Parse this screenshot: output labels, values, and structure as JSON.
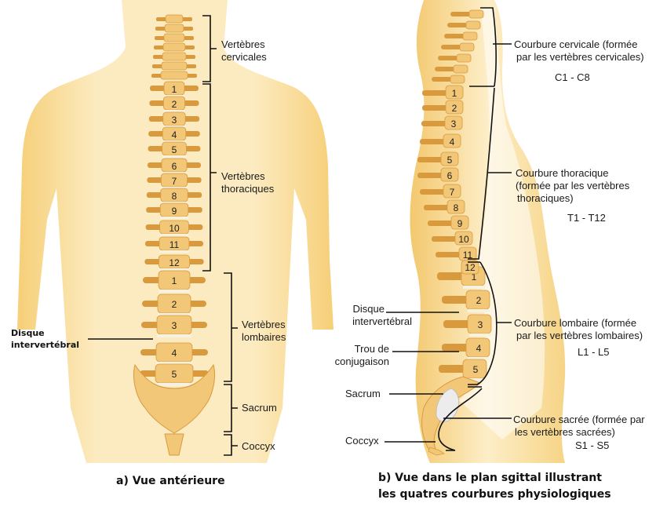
{
  "anterior": {
    "labels": {
      "cervical": [
        "Vertèbres",
        "cervicales"
      ],
      "thoracic": [
        "Vertèbres",
        "thoraciques"
      ],
      "lumbar": [
        "Vertèbres",
        "lombaires"
      ],
      "sacrum": "Sacrum",
      "coccyx": "Coccyx",
      "disc": [
        "Disque",
        "intervertébral"
      ]
    },
    "thoracic_numbers": [
      "1",
      "2",
      "3",
      "4",
      "5",
      "6",
      "7",
      "8",
      "9",
      "10",
      "11",
      "12"
    ],
    "lumbar_numbers": [
      "1",
      "2",
      "3",
      "4",
      "5"
    ],
    "caption": "a) Vue antérieure"
  },
  "sagittal": {
    "labels": {
      "cervical": [
        "Courbure cervicale (formée",
        "par les vertèbres cervicales)"
      ],
      "cervical_range": "C1 - C8",
      "thoracic": [
        "Courbure thoracique",
        "(formée par les vertèbres",
        "thoraciques)"
      ],
      "thoracic_range": "T1 - T12",
      "lumbar": [
        "Courbure lombaire (formée",
        "par les vertèbres lombaires)"
      ],
      "lumbar_range": "L1 - L5",
      "sacral": [
        "Courbure sacrée (formée par",
        "les vertèbres sacrées)"
      ],
      "sacral_range": "S1 - S5",
      "disc": [
        "Disque",
        "intervertébral"
      ],
      "foramen": [
        "Trou de",
        "conjugaison"
      ],
      "sacrum": "Sacrum",
      "coccyx": "Coccyx"
    },
    "thoracic_numbers": [
      "1",
      "2",
      "3",
      "4",
      "5",
      "6",
      "7",
      "8",
      "9",
      "10",
      "11",
      "12"
    ],
    "lumbar_numbers": [
      "1",
      "2",
      "3",
      "4",
      "5"
    ],
    "caption": [
      "b) Vue dans le plan sgittal illustrant",
      "les quatres courbures physiologiques"
    ]
  },
  "colors": {
    "skin": "#fbe3a6",
    "bone": "#f2c777",
    "bone_dark": "#d99a3e",
    "disc": "#f7f1e0"
  }
}
